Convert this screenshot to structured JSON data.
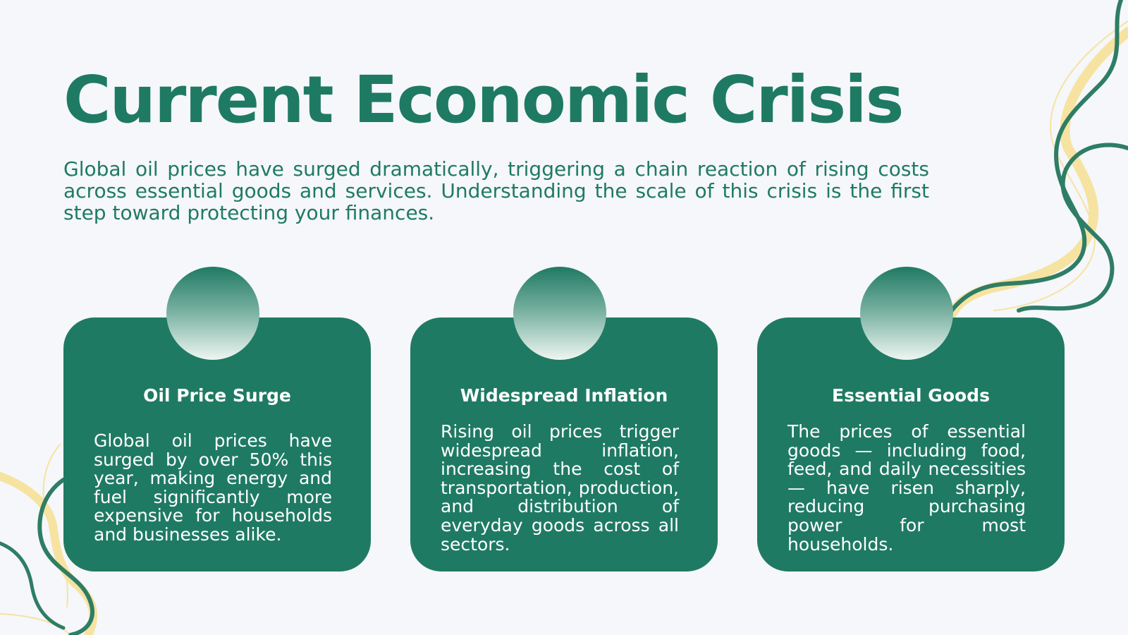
{
  "title": "Current Economic Crisis",
  "intro": "Global oil prices have surged dramatically, triggering a chain reaction of rising costs across essential goods and services. Understanding the scale of this crisis is the first step toward protecting your finances.",
  "cards": [
    {
      "title": "Oil Price Surge",
      "body": "Global oil prices have surged by over 50% this year, making energy and fuel significantly more expensive for households and businesses alike."
    },
    {
      "title": "Widespread Inflation",
      "body": "Rising oil prices trigger widespread inflation, increasing the cost of transportation, production, and distribution of everyday goods across all sectors."
    },
    {
      "title": "Essential Goods",
      "body": "The prices of essential goods — including food, feed, and daily necessities — have risen sharply, reducing purchasing power for most households."
    }
  ],
  "colors": {
    "background": "#F5F7FA",
    "primary_green": "#1F7A63",
    "deco_green": "#2E7D64",
    "deco_yellow": "#F6E3A1",
    "card_text": "#FFFFFF"
  }
}
